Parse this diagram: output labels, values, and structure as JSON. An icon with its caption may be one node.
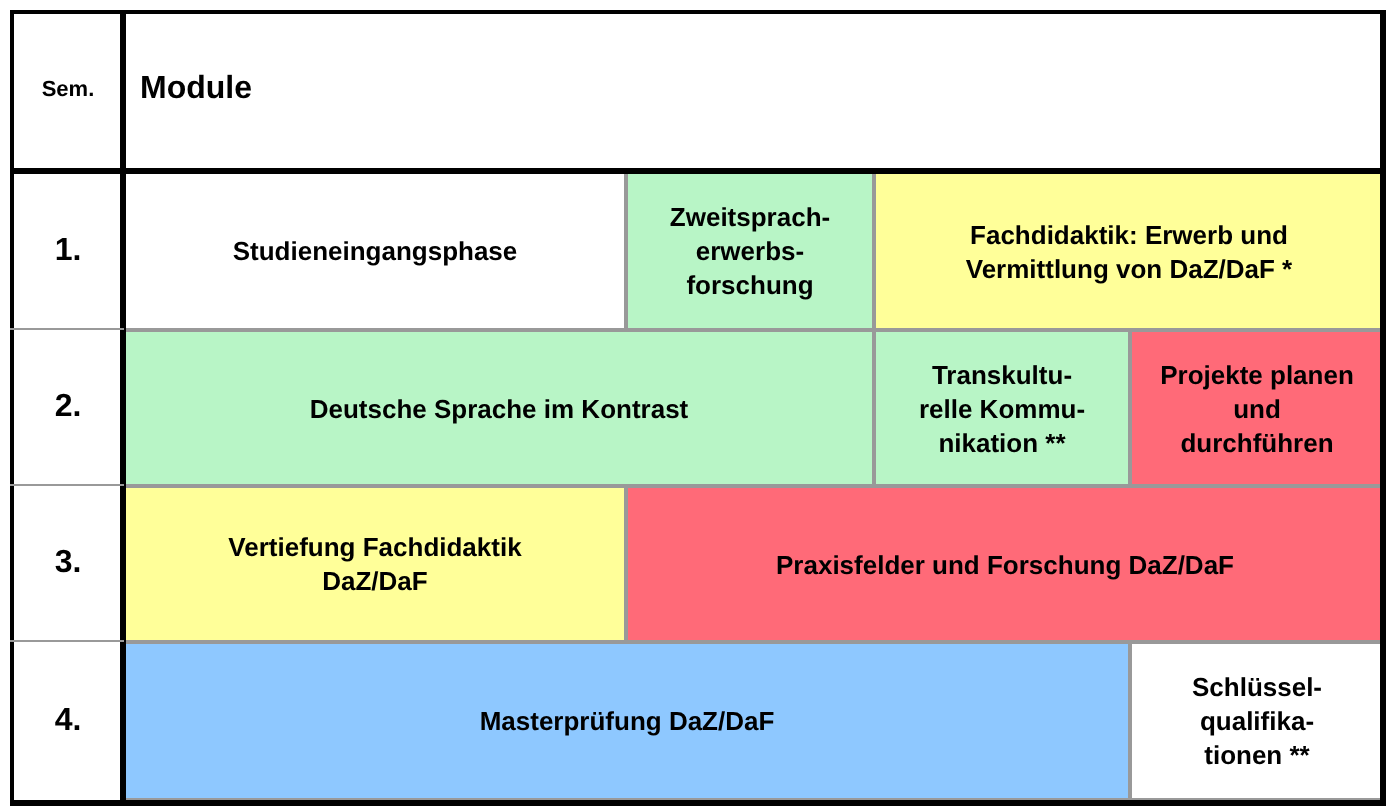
{
  "diagram": {
    "nodes": [
      {
        "text": [
          "Studieneingangsphase"
        ]
      },
      {
        "text": [
          "Zweitsprach- erwerbs- forschung"
        ]
      },
      {
        "text": [
          "Fachdidaktik: Erwerb und Vermittlung von DaZ/DaF *"
        ]
      },
      {
        "text": [
          "Deutsche Sprache im Kontrast"
        ]
      },
      {
        "text": [
          "Transkultu- relle Kommu- nikation **"
        ]
      },
      {
        "text": [
          "Projekte planen und durchführen"
        ]
      },
      {
        "text": [
          "Vertiefung Fachdidaktik DaZ/DaF"
        ]
      },
      {
        "text": [
          "Praxisfelder und Forschung DaZ/DaF"
        ]
      },
      {
        "text": [
          "Masterprüfung DaZ/DaF"
        ]
      },
      {
        "text": [
          "Schlüssel- qualifika- tionen **"
        ]
      }
    ],
    "labels": [
      "Sem.",
      "Module",
      "1.",
      "2.",
      "3.",
      "4."
    ]
  }
}
